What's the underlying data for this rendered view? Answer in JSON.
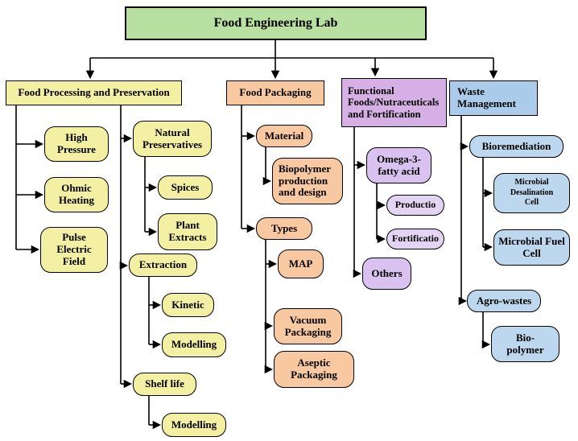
{
  "title": "Food Engineering Lab",
  "colors": {
    "root_fill": "#b8e0a0",
    "processing_fill": "#f3efa3",
    "packaging_fill": "#f8c8a0",
    "functional_header_fill": "#d6afe4",
    "functional_node_fill": "#d9c2ef",
    "functional_sub_fill": "#e4d4f4",
    "waste_header_fill": "#abcbea",
    "waste_node_fill": "#bdd7ee",
    "line_color": "#000000"
  },
  "processing": {
    "label": "Food Processing and Preservation",
    "high_pressure": "High Pressure",
    "ohmic_heating": "Ohmic Heating",
    "pulse_electric_field": "Pulse Electric Field",
    "natural_preservatives": "Natural Preservatives",
    "spices": "Spices",
    "plant_extracts": "Plant Extracts",
    "extraction": "Extraction",
    "kinetic": "Kinetic",
    "modelling": "Modelling",
    "shelf_life": "Shelf life",
    "shelf_modelling": "Modelling"
  },
  "packaging": {
    "label": "Food Packaging",
    "material": "Material",
    "biopolymer": "Biopolymer production and design",
    "types": "Types",
    "map": "MAP",
    "vacuum": "Vacuum Packaging",
    "aseptic": "Aseptic Packaging"
  },
  "functional": {
    "label": "Functional Foods/Nutraceuticals and Fortification",
    "omega3": "Omega-3-fatty acid",
    "production": "Productio",
    "fortification": "Fortificatio",
    "others": "Others"
  },
  "waste": {
    "label": "Waste Management",
    "bioremediation": "Bioremediation",
    "microbial_desalination_cell": "Microbial Desalination Cell",
    "microbial_fuel_cell": "Microbial Fuel Cell",
    "agro_wastes": "Agro-wastes",
    "bio_polymer": "Bio-polymer"
  }
}
